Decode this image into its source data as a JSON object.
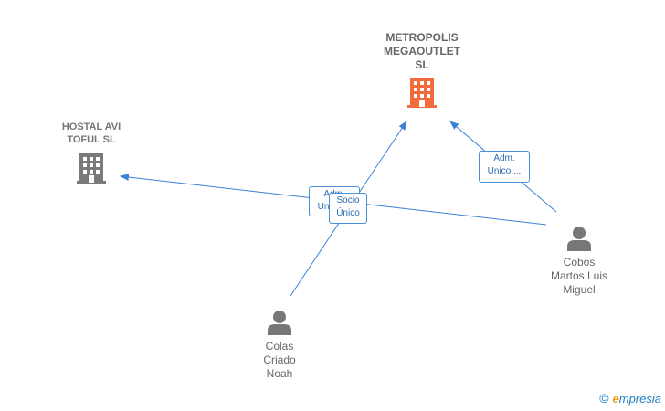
{
  "companies": {
    "main": {
      "name_lines": [
        "METROPOLIS",
        "MEGAOUTLET",
        "SL"
      ],
      "icon": "building-icon",
      "color": "#f26b3a"
    },
    "hostal": {
      "name_lines": [
        "HOSTAL AVI",
        "TOFUL  SL"
      ],
      "icon": "building-icon",
      "color": "#7a7a7a"
    }
  },
  "persons": {
    "cobos": {
      "name_lines": [
        "Cobos",
        "Martos Luis",
        "Miguel"
      ],
      "icon": "person-icon"
    },
    "colas": {
      "name_lines": [
        "Colas",
        "Criado",
        "Noah"
      ],
      "icon": "person-icon"
    }
  },
  "edge_labels": {
    "cobos_main": [
      "Adm.",
      "Unico,..."
    ],
    "cobos_hostal": [
      "Adm.",
      "Unico,..."
    ],
    "colas_main": [
      "Socio",
      "Único"
    ]
  },
  "colors": {
    "edge": "#3b82d6",
    "person": "#777777"
  },
  "brand": {
    "copyright": "©",
    "e": "e",
    "rest": "mpresia"
  }
}
